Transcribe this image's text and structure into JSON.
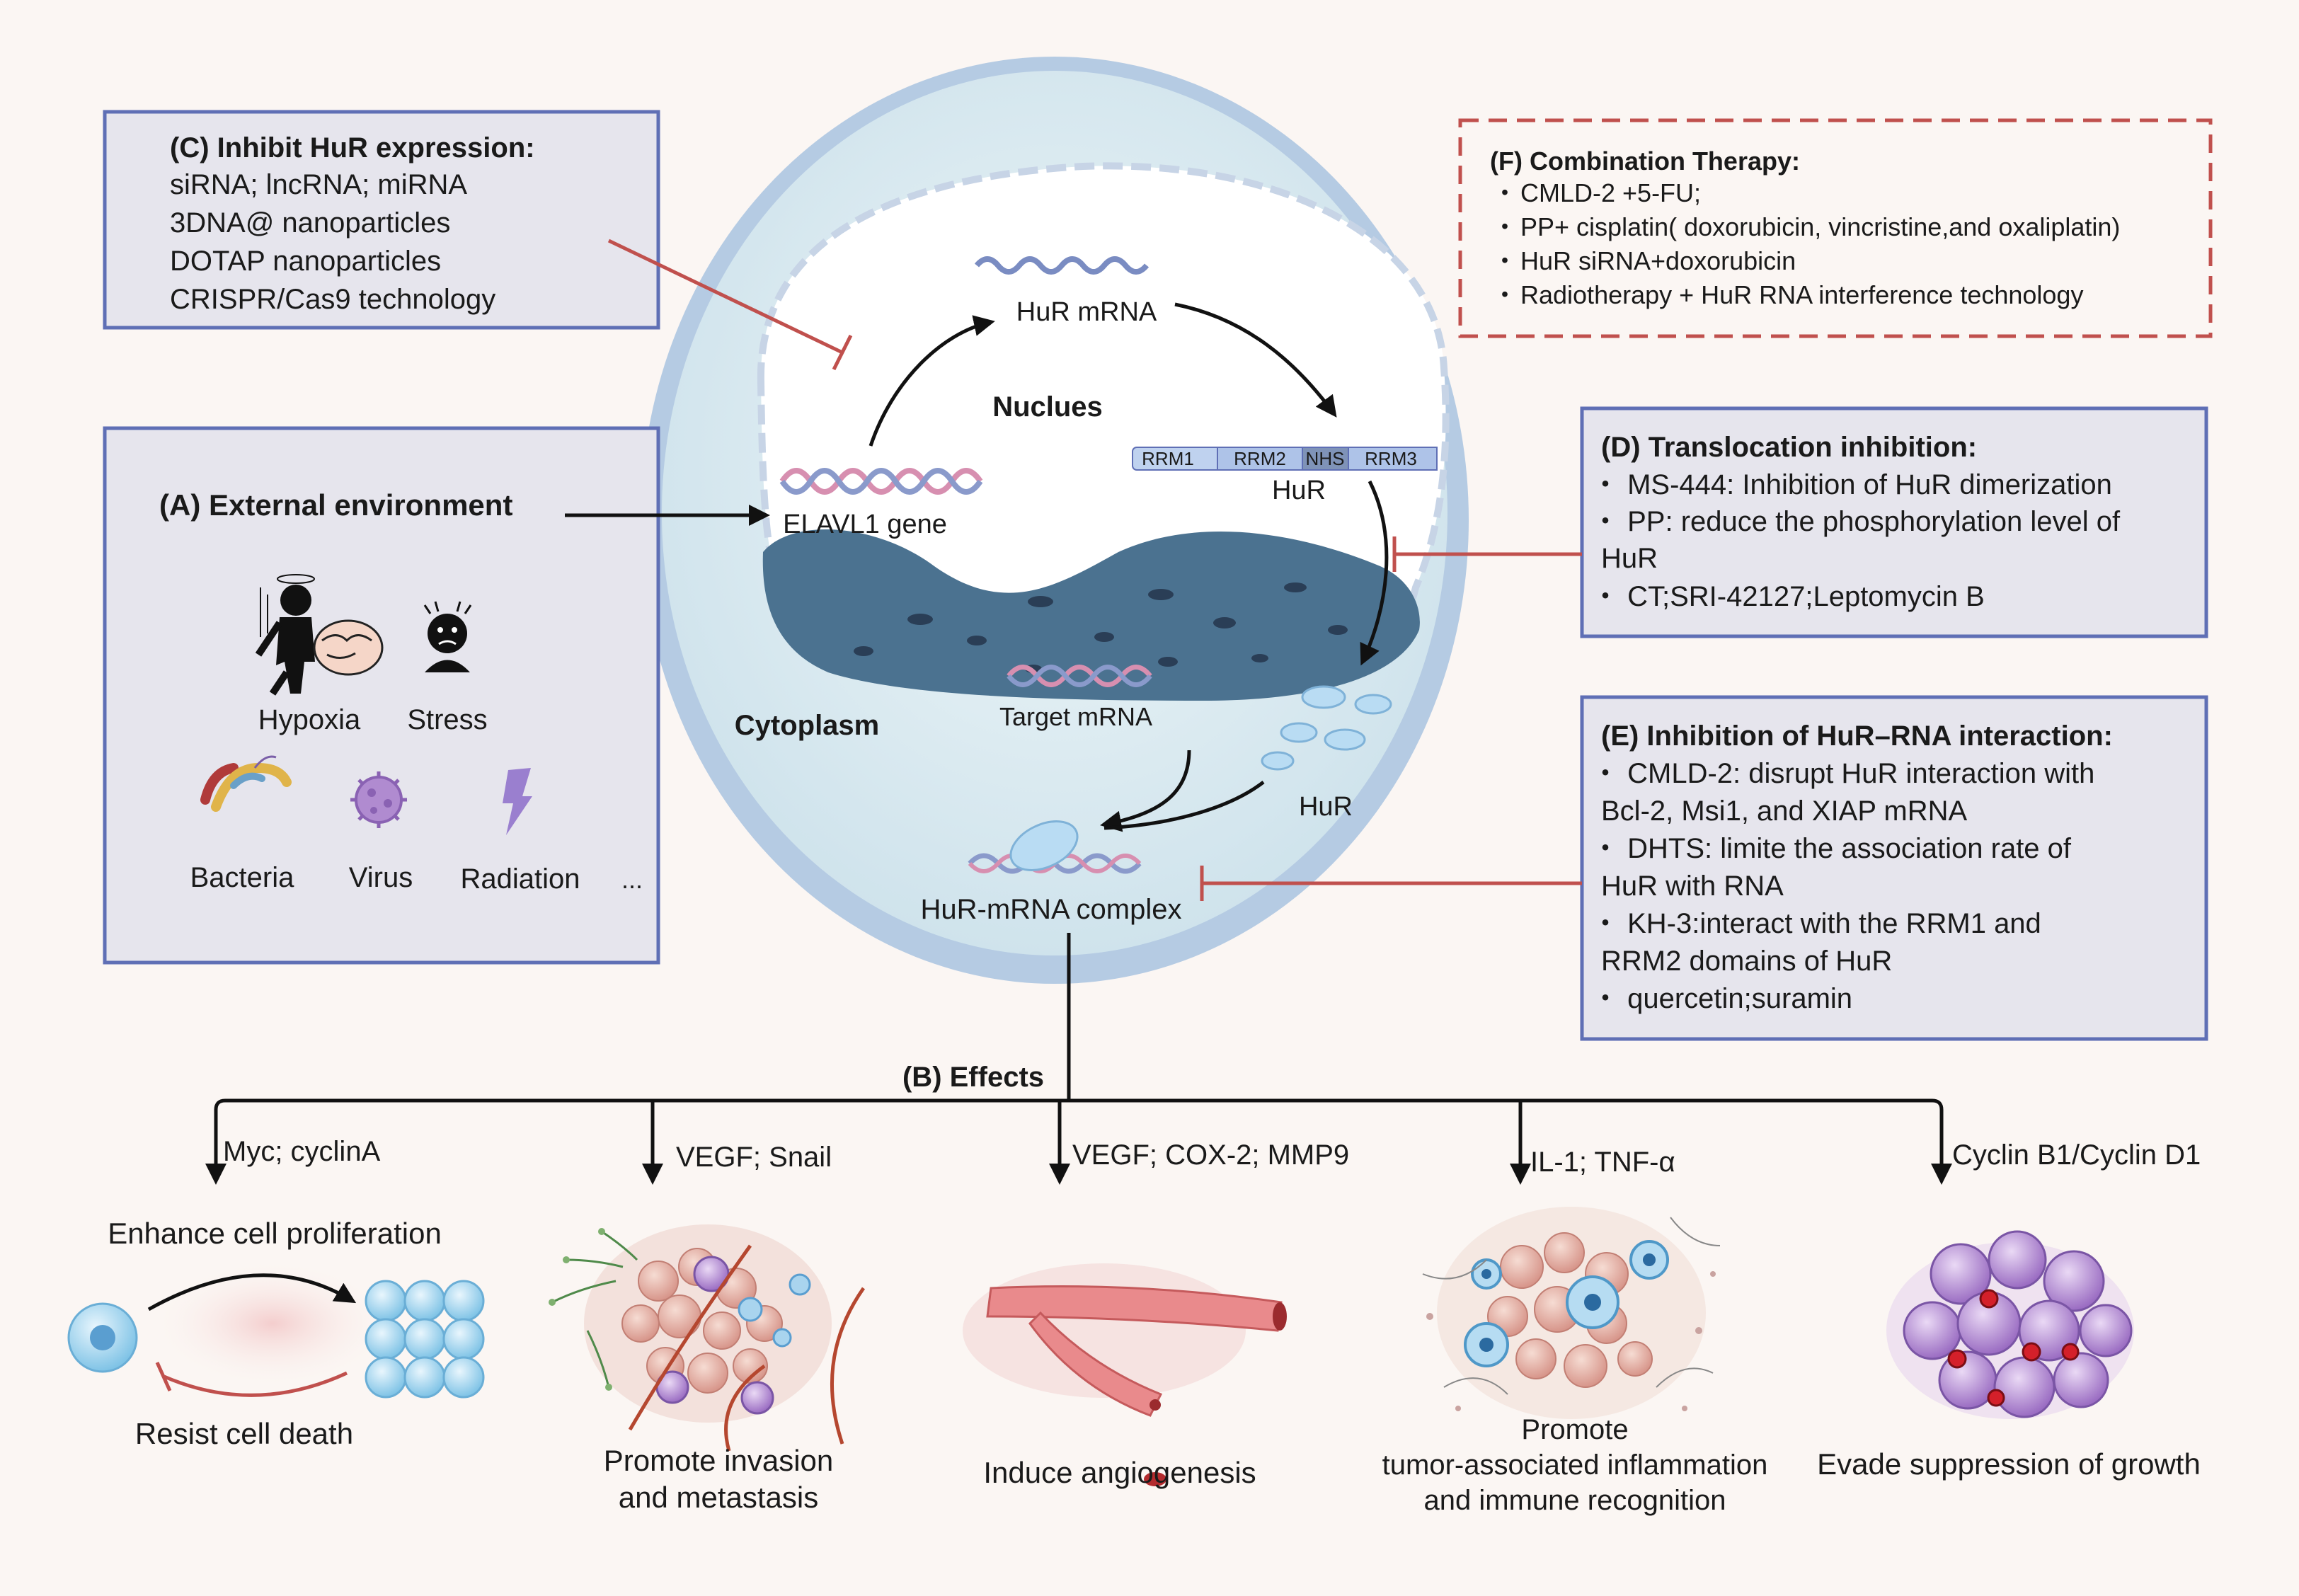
{
  "panelC": {
    "title": "(C) Inhibit HuR expression:",
    "items": [
      "siRNA; lncRNA; miRNA",
      "3DNA@ nanoparticles",
      "DOTAP nanoparticles",
      "CRISPR/Cas9 technology"
    ]
  },
  "panelF": {
    "title": "(F) Combination Therapy:",
    "items": [
      "CMLD-2 +5-FU;",
      "PP+ cisplatin( doxorubicin, vincristine,and oxaliplatin)",
      "HuR siRNA+doxorubicin",
      "Radiotherapy + HuR RNA interference technology"
    ]
  },
  "panelA": {
    "title": "(A) External environment",
    "labels": {
      "hypoxia": "Hypoxia",
      "stress": "Stress",
      "bacteria": "Bacteria",
      "virus": "Virus",
      "radiation": "Radiation",
      "more": "..."
    }
  },
  "panelD": {
    "title": "(D) Translocation inhibition:",
    "lines": [
      "・ MS-444: Inhibition of HuR dimerization",
      "・ PP: reduce the phosphorylation level of",
      "HuR",
      "・ CT;SRI-42127;Leptomycin B"
    ]
  },
  "panelE": {
    "title": "(E) Inhibition of HuR–RNA interaction:",
    "lines": [
      "・ CMLD-2: disrupt HuR interaction with",
      "Bcl-2, Msi1, and XIAP mRNA",
      "・ DHTS: limite the association rate of",
      "HuR with RNA",
      "・ KH-3:interact with the RRM1 and",
      "RRM2 domains of HuR",
      "・ quercetin;suramin"
    ]
  },
  "cell": {
    "nucleus": "Nuclues",
    "cytoplasm": "Cytoplasm",
    "hur_mrna": "HuR mRNA",
    "gene": "ELAVL1 gene",
    "hur_protein": "HuR",
    "domains": [
      "RRM1",
      "RRM2",
      "NHS",
      "RRM3"
    ],
    "target_mrna": "Target mRNA",
    "hur_cyto": "HuR",
    "complex": "HuR-mRNA complex"
  },
  "effects": {
    "title": "(B) Effects",
    "branches": [
      {
        "molecules": "Myc; cyclinA",
        "outcome": [
          "Enhance cell proliferation"
        ],
        "extra": "Resist cell death"
      },
      {
        "molecules": "VEGF; Snail",
        "outcome": [
          "Promote invasion",
          "and metastasis"
        ]
      },
      {
        "molecules": "VEGF; COX-2; MMP9",
        "outcome": [
          "Induce angiogenesis"
        ]
      },
      {
        "molecules": "IL-1; TNF-α",
        "outcome": [
          "Promote",
          "tumor-associated inflammation",
          "and immune recognition"
        ]
      },
      {
        "molecules": "Cyclin B1/Cyclin D1",
        "outcome": [
          "Evade suppression of growth"
        ]
      }
    ]
  },
  "colors": {
    "box_border": "#5f6fb5",
    "box_fill": "#e6e5ed",
    "inhibit": "#c0504d",
    "cell_outer": "#9bb6d6",
    "cytoplasm": "#d7eaf0",
    "dna": "#8a9acb"
  }
}
